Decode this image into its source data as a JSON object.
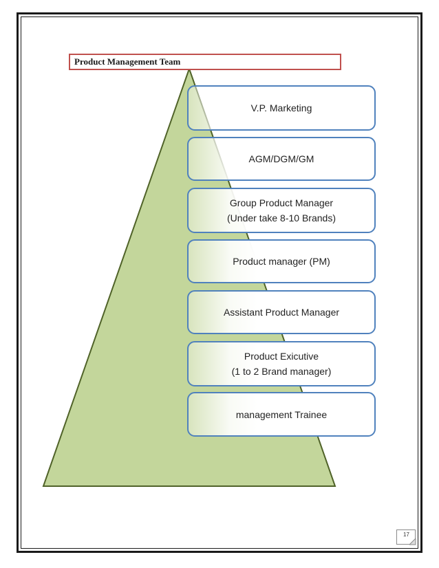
{
  "title": "Product Management Team",
  "levels": [
    {
      "lines": [
        "V.P. Marketing"
      ]
    },
    {
      "lines": [
        "AGM/DGM/GM"
      ]
    },
    {
      "lines": [
        "Group Product Manager",
        "(Under take 8-10 Brands)"
      ]
    },
    {
      "lines": [
        "Product manager (PM)"
      ]
    },
    {
      "lines": [
        "Assistant Product Manager"
      ]
    },
    {
      "lines": [
        "Product Exicutive",
        "(1 to 2 Brand manager)"
      ]
    },
    {
      "lines": [
        "management Trainee"
      ]
    }
  ],
  "page_number": "17",
  "colors": {
    "pyramid_fill": "#c3d69b",
    "pyramid_stroke": "#4f6228",
    "box_border": "#4f81bd",
    "title_border": "#c0504d"
  }
}
